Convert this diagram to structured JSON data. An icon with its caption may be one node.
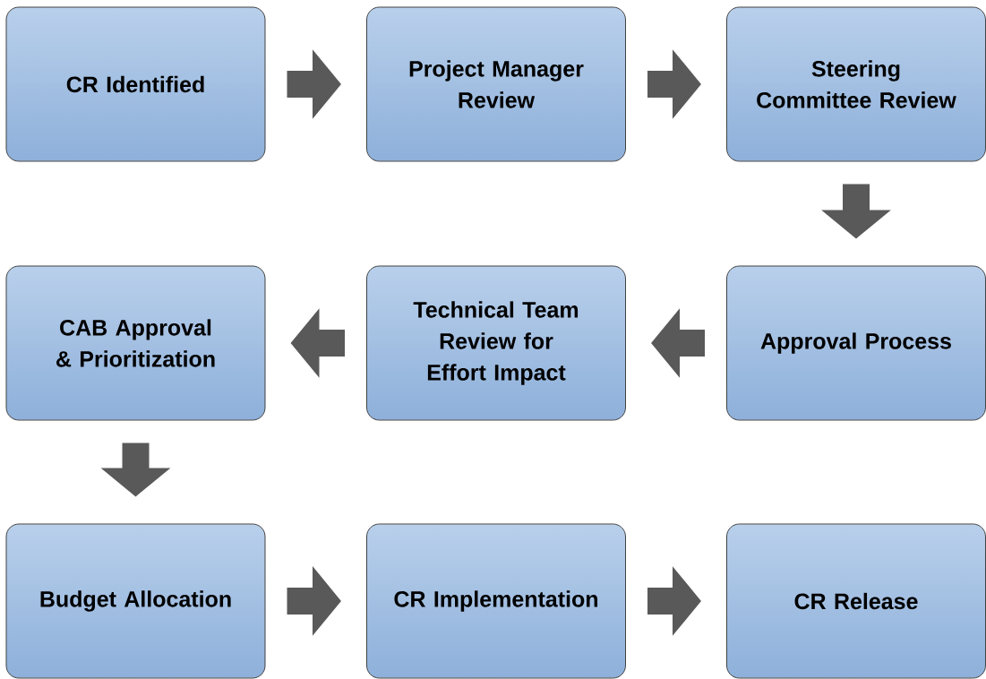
{
  "diagram": {
    "nodes": [
      {
        "text": [
          "CR Identified"
        ]
      },
      {
        "text": [
          "Project Manager Review"
        ]
      },
      {
        "text": [
          "Steering Committee Review"
        ]
      },
      {
        "text": [
          "CAB Approval & Prioritization"
        ]
      },
      {
        "text": [
          "Technical Team Review for Effort Impact"
        ]
      },
      {
        "text": [
          "Approval Process"
        ]
      },
      {
        "text": [
          "Budget Allocation"
        ]
      },
      {
        "text": [
          "CR Implementation"
        ]
      },
      {
        "text": [
          "CR Release"
        ]
      }
    ],
    "edges": [
      {
        "from": 0,
        "to": 1,
        "arrow": "to"
      },
      {
        "from": 1,
        "to": 2,
        "arrow": "to"
      },
      {
        "from": 2,
        "to": 5,
        "arrow": "to"
      },
      {
        "from": 5,
        "to": 4,
        "arrow": "to"
      },
      {
        "from": 4,
        "to": 3,
        "arrow": "to"
      },
      {
        "from": 3,
        "to": 6,
        "arrow": "to"
      },
      {
        "from": 6,
        "to": 7,
        "arrow": "to"
      },
      {
        "from": 7,
        "to": 8,
        "arrow": "to"
      }
    ]
  }
}
